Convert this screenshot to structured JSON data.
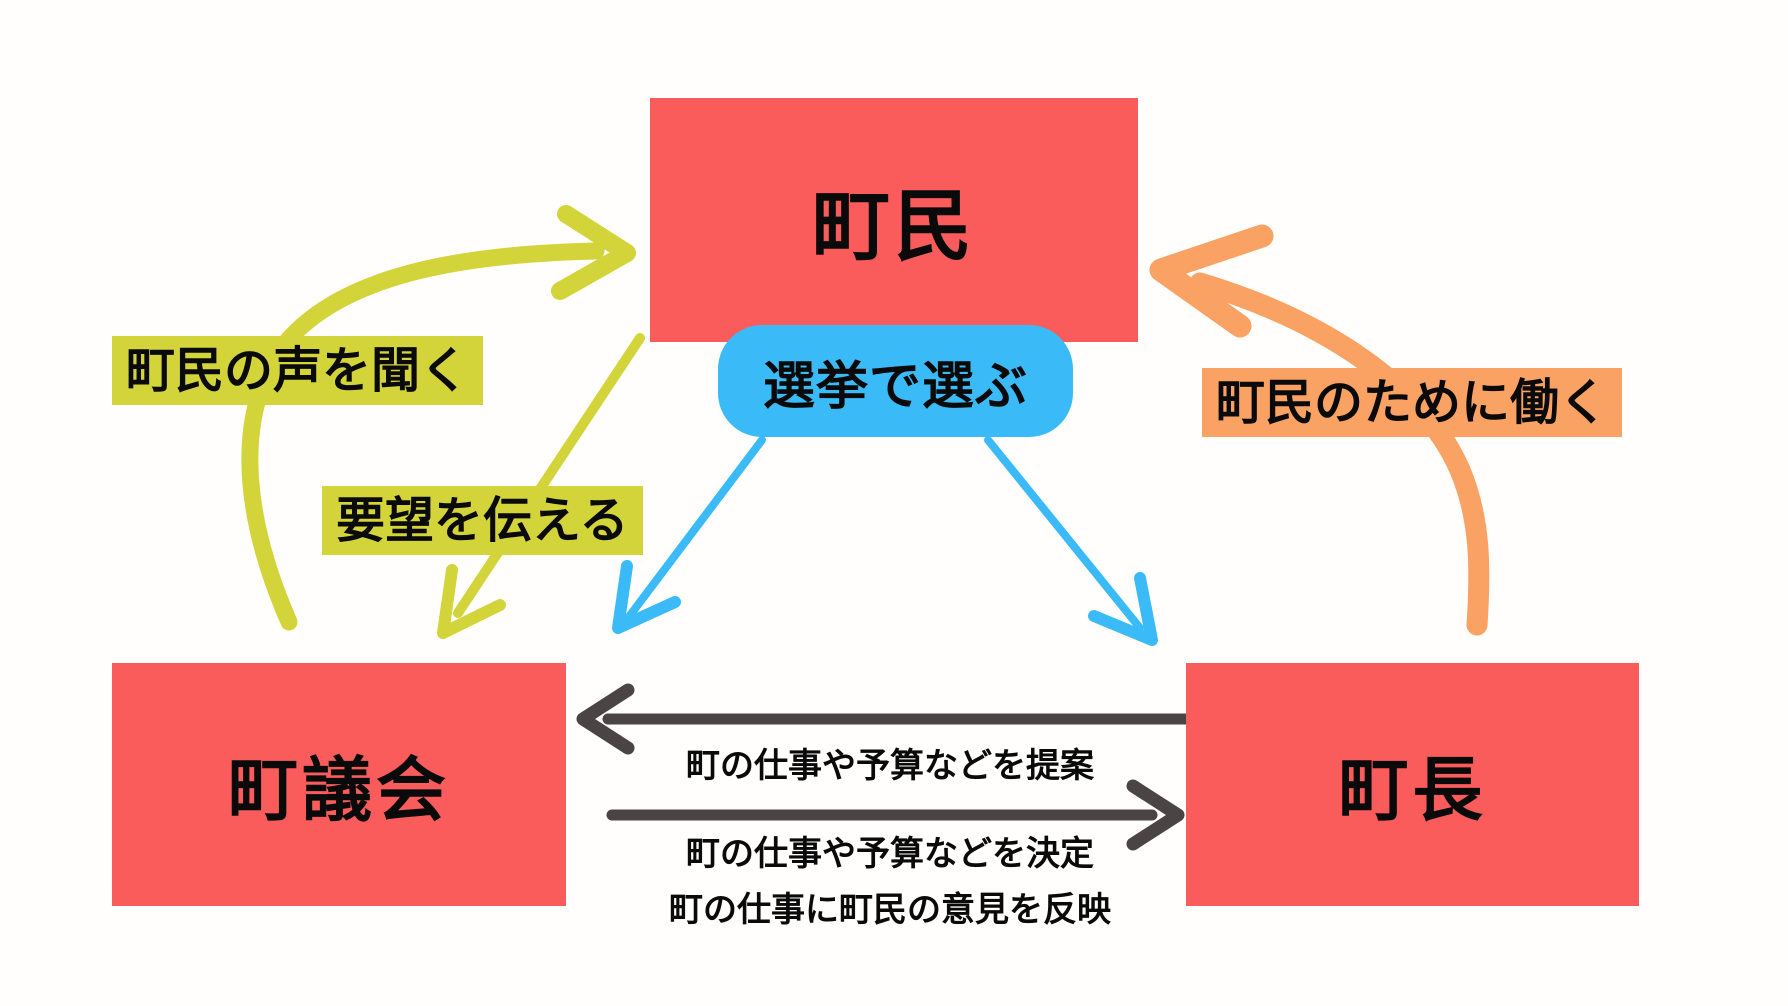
{
  "title": "town-government-relationship-diagram",
  "colors": {
    "red": "#fa5c5c",
    "blue": "#3bbaf8",
    "yellow": "#d2d43a",
    "orange": "#f9a263",
    "gray": "#4a4444",
    "text": "#0a0a0a",
    "background": "#fffefc"
  },
  "nodes": {
    "townspeople": {
      "label": "町民"
    },
    "council": {
      "label": "町議会"
    },
    "mayor": {
      "label": "町長"
    }
  },
  "election": {
    "label": "選挙で選ぶ"
  },
  "edges": {
    "listen": {
      "label": "町民の声を聞く"
    },
    "request": {
      "label": "要望を伝える"
    },
    "work": {
      "label": "町民のために働く"
    },
    "propose": {
      "label": "町の仕事や予算などを提案"
    },
    "decide": {
      "label": "町の仕事や予算などを決定"
    },
    "reflect": {
      "label": "町の仕事に町民の意見を反映"
    }
  }
}
